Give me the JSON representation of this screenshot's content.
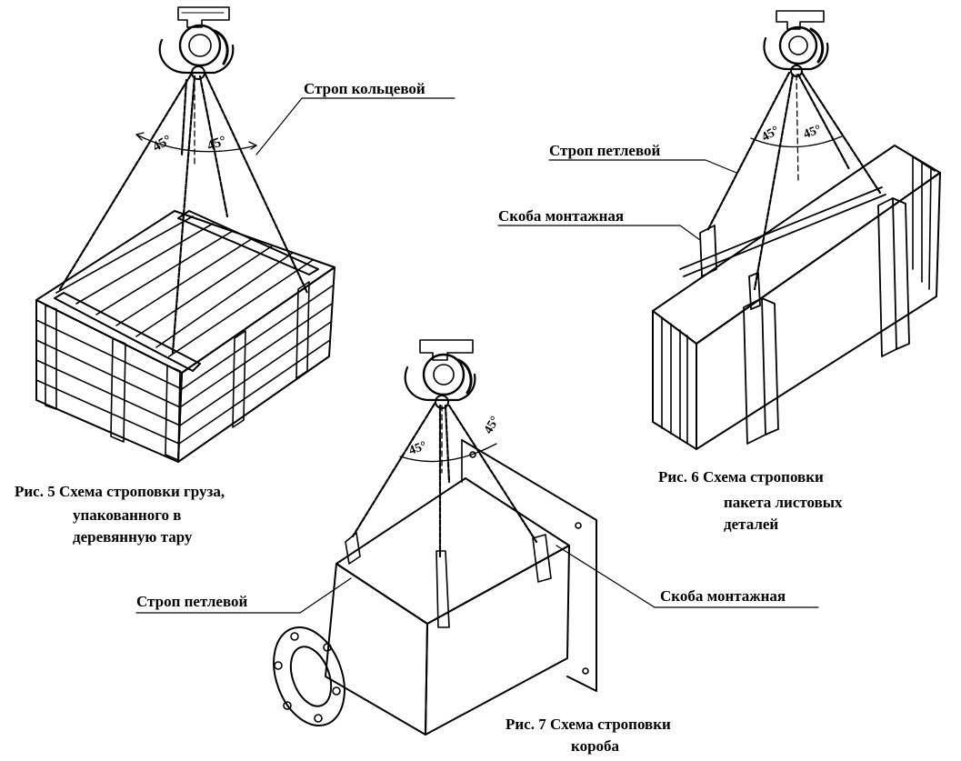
{
  "figures": {
    "fig5": {
      "caption_line1": "Рис. 5 Схема строповки  груза,",
      "caption_line2": "упакованного в",
      "caption_line3": "деревянную тару",
      "sling_label": "Строп кольцевой",
      "angle_left": "45°",
      "angle_right": "45°"
    },
    "fig6": {
      "caption_line1": "Рис. 6 Схема строповки",
      "caption_line2": "пакета листовых",
      "caption_line3": "деталей",
      "sling_label": "Строп петлевой",
      "shackle_label": "Скоба монтажная",
      "angle_left": "45°",
      "angle_right": "45°"
    },
    "fig7": {
      "caption_line1": "Рис. 7  Схема строповки",
      "caption_line2": "короба",
      "sling_label": "Строп петлевой",
      "shackle_label": "Скоба монтажная",
      "angle_left": "45°",
      "angle_right": "45°"
    }
  },
  "colors": {
    "ink": "#000000",
    "paper": "#ffffff"
  }
}
